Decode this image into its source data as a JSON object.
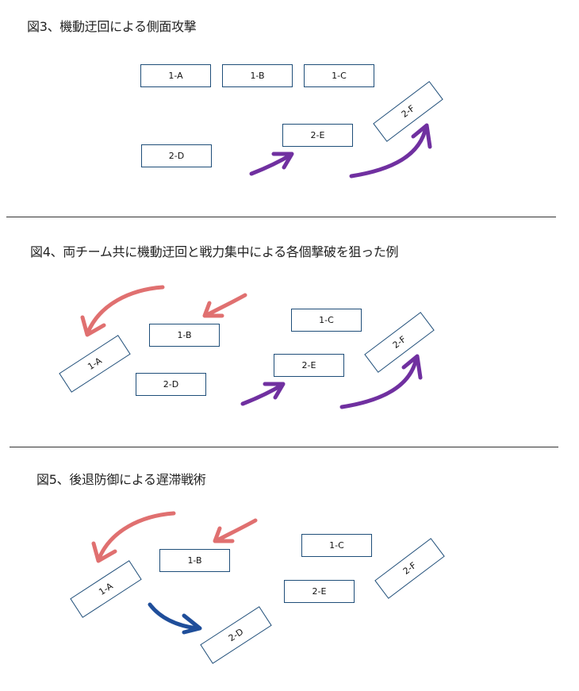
{
  "figures": [
    {
      "caption": "図3、機動迂回による側面攻撃",
      "units": [
        "1-A",
        "1-B",
        "1-C",
        "2-D",
        "2-E",
        "2-F"
      ]
    },
    {
      "caption": "図4、両チーム共に機動迂回と戦力集中による各個撃破を狙った例",
      "units": [
        "1-A",
        "1-B",
        "1-C",
        "2-D",
        "2-E",
        "2-F"
      ]
    },
    {
      "caption": "図5、後退防御による遅滞戦術",
      "units": [
        "1-A",
        "1-B",
        "1-C",
        "2-D",
        "2-E",
        "2-F"
      ]
    }
  ],
  "colors": {
    "unit_border": "#1f4e79",
    "arrow_purple": "#7030a0",
    "arrow_red": "#e07070",
    "arrow_blue": "#1f4e9a"
  }
}
